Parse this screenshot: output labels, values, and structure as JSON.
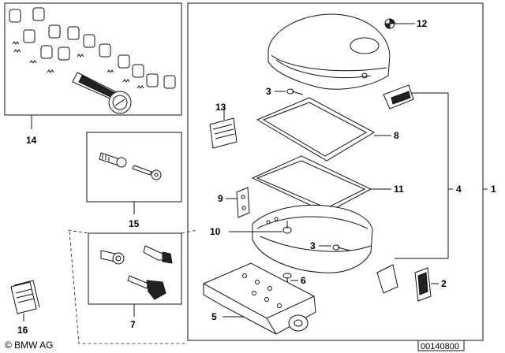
{
  "callouts": {
    "c1": "1",
    "c2": "2",
    "c3a": "3",
    "c3b": "3",
    "c4": "4",
    "c5": "5",
    "c6": "6",
    "c7": "7",
    "c8": "8",
    "c9": "9",
    "c10": "10",
    "c11": "11",
    "c12": "12",
    "c13": "13",
    "c14": "14",
    "c15": "15",
    "c16": "16"
  },
  "footer": {
    "copyright": "© BMW AG",
    "diagram_number": "00140800"
  }
}
